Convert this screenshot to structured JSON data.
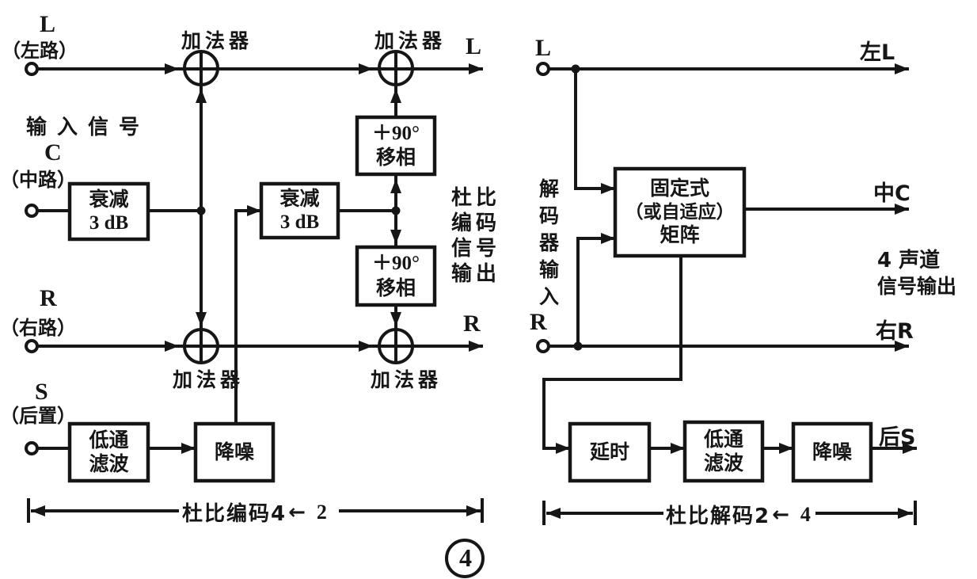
{
  "figure": {
    "number": "4"
  },
  "encoder": {
    "input_heading": "输入信号",
    "adder_label": "加法器",
    "l": {
      "letter": "L",
      "paren": "（左路）"
    },
    "c": {
      "letter": "C",
      "paren": "（中路）"
    },
    "r": {
      "letter": "R",
      "paren": "（右路）"
    },
    "s": {
      "letter": "S",
      "paren": "（后置）"
    },
    "att": {
      "line1": "衰减",
      "line2": "3 dB"
    },
    "phase": {
      "line1": "＋90°",
      "line2": "移相"
    },
    "lpf": {
      "line1": "低通",
      "line2": "滤波"
    },
    "nr": "降噪",
    "out_l": "L",
    "out_r": "R",
    "bus": [
      "杜比",
      "编码",
      "信号",
      "输出"
    ],
    "dim": {
      "prefix": "杜比编码4",
      "arrow": "←",
      "suffix": "2"
    }
  },
  "decoder": {
    "in_l": "L",
    "in_r": "R",
    "input_col": [
      "解",
      "码",
      "器",
      "输",
      "入"
    ],
    "matrix": {
      "line1": "固定式",
      "line2": "（或自适应）",
      "line3": "矩阵"
    },
    "delay": "延时",
    "lpf": {
      "line1": "低通",
      "line2": "滤波"
    },
    "nr": "降噪",
    "out_l": "左L",
    "out_c": "中C",
    "out_r": "右R",
    "out_s": "后S",
    "out_heading": [
      "4 声道",
      "信号输出"
    ],
    "dim": {
      "prefix": "杜比解码2",
      "arrow": "←",
      "suffix": "4"
    }
  },
  "colors": {
    "ink": "#161616",
    "paper": "#ffffff"
  }
}
